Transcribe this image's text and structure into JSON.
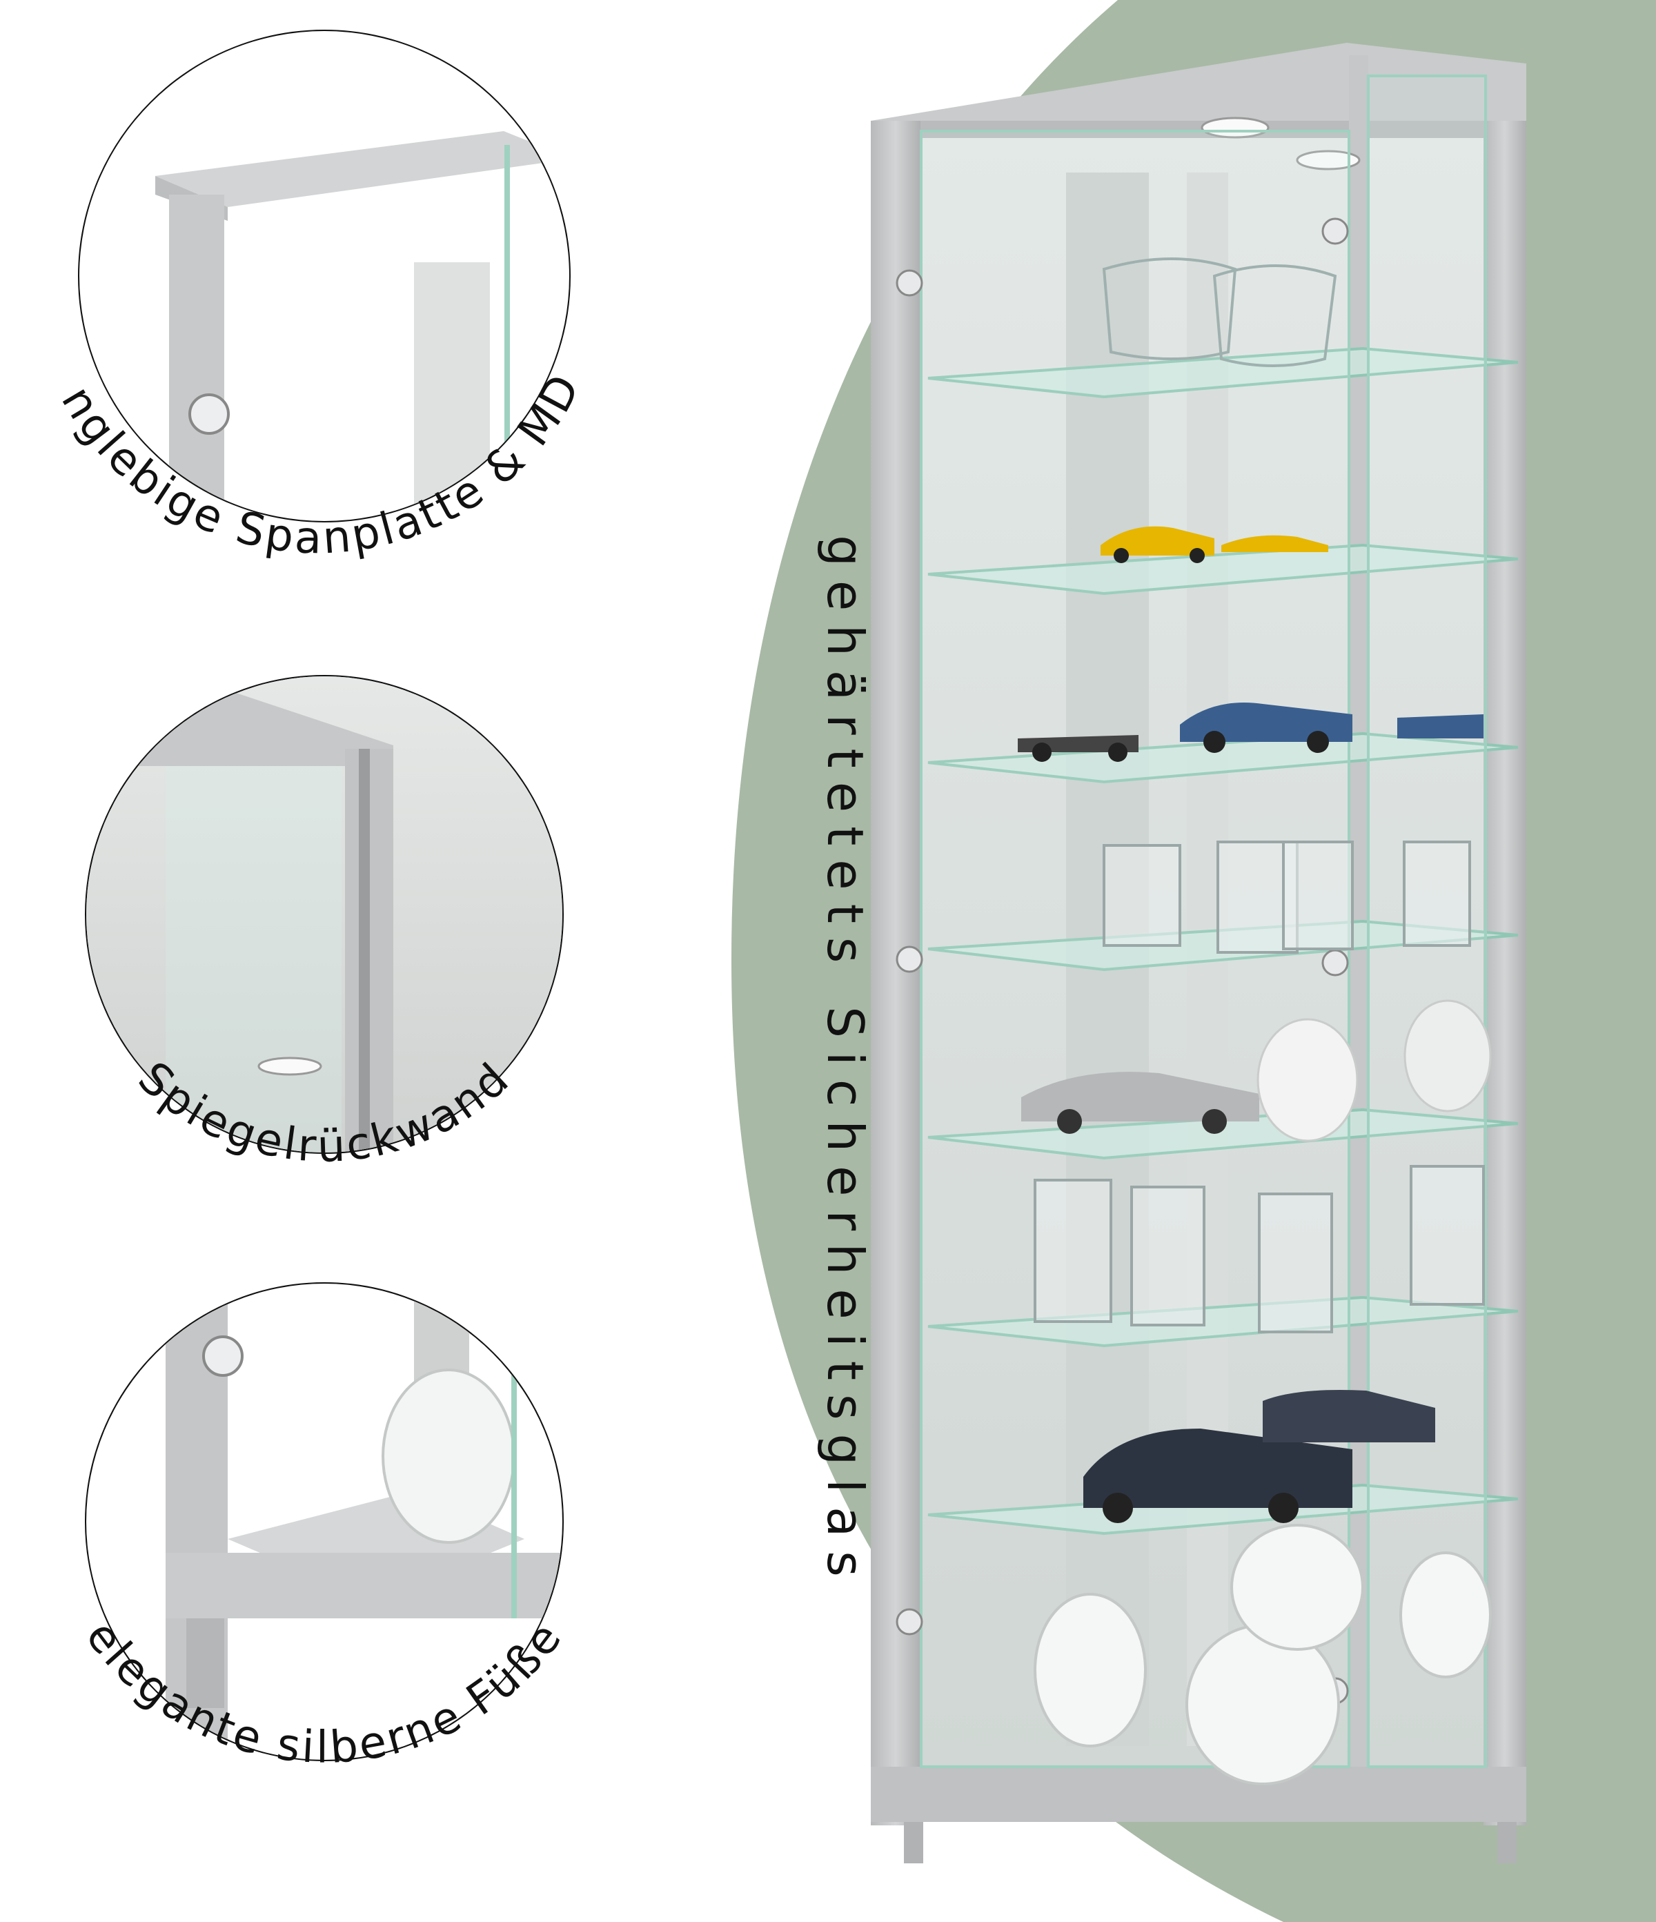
{
  "labels": {
    "detail_top": "langlebige Spanplatte & MDF",
    "detail_middle": "Spiegelrückwand",
    "detail_bottom": "elegante silberne Füße",
    "vertical": "gehärtetets Sicherheitsglas"
  },
  "colors": {
    "background": "#ffffff",
    "sage_accent": "#a8b9a6",
    "frame_silver": "#c4c6c7",
    "glass_tint": "#bfe3d7"
  }
}
